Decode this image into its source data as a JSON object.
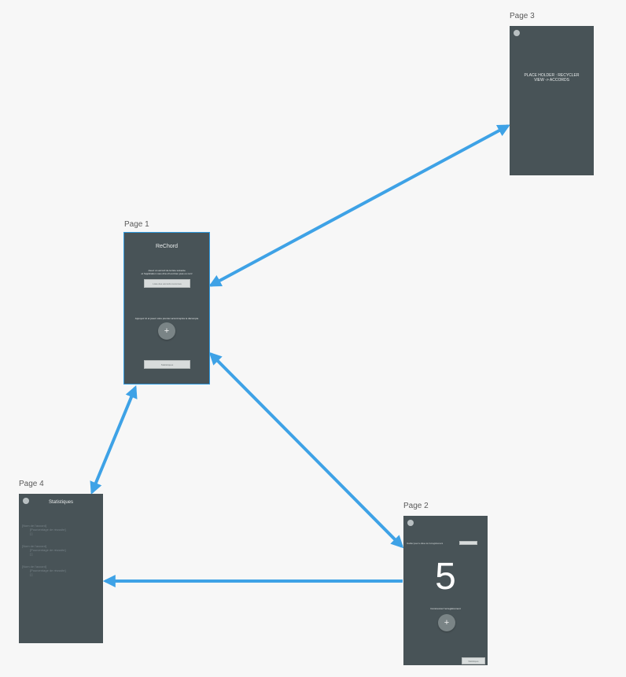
{
  "pages": {
    "page3": {
      "label": "Page 3",
      "placeholder": "PLACE HOLDER : RECYCLER VIEW -> ACCORDS"
    },
    "page1": {
      "label": "Page 1",
      "title": "ReChord",
      "intro_line1": "Jouez un accord de la liste suivante",
      "intro_line2": "et l'application vous dira s'il est bien joué ou non!",
      "list_button": "Liste des accords reconnus",
      "record_text": "Appuyez ici et jouez votre premier accord après le décompte",
      "fab_symbol": "+",
      "stats_button": "Statistiques"
    },
    "page2": {
      "label": "Page 2",
      "header_text": "Veuillez jouer le dièse de l'enregistrement",
      "header_button": "",
      "countdown": "5",
      "start_text": "Commencer l'enregistrement",
      "fab_symbol": "+",
      "footer_button": "Statistiques"
    },
    "page4": {
      "label": "Page 4",
      "title": "Statistiques",
      "entries": [
        {
          "name": "[Nom de l'accord]",
          "percent": "[Pourcentage de réussite]",
          "bracket": "[ ]"
        },
        {
          "name": "[Nom de l'accord]",
          "percent": "[Pourcentage de réussite]",
          "bracket": "[ ]"
        },
        {
          "name": "[Nom de l'accord]",
          "percent": "[Pourcentage de réussite]",
          "bracket": "[ ]"
        }
      ]
    }
  },
  "colors": {
    "canvas": "#f7f7f7",
    "screen": "#485357",
    "arrow": "#3ea2e6"
  }
}
